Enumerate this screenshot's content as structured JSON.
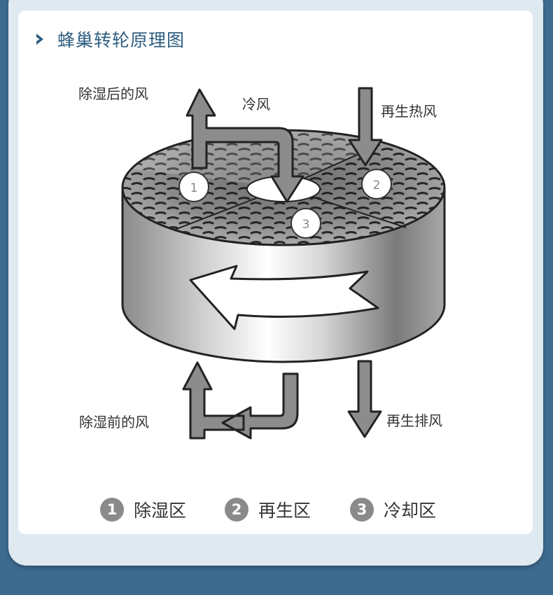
{
  "title": "蜂巢转轮原理图",
  "labels": {
    "dehumidified_air": "除湿后的风",
    "cool_air": "冷风",
    "regen_hot_air": "再生热风",
    "pre_dehumid_air": "除湿前的风",
    "regen_exhaust": "再生排风"
  },
  "zone_numbers": [
    "1",
    "2",
    "3"
  ],
  "legend": [
    {
      "num": "1",
      "label": "除湿区"
    },
    {
      "num": "2",
      "label": "再生区"
    },
    {
      "num": "3",
      "label": "冷却区"
    }
  ],
  "colors": {
    "page_bg": "#3d6b8f",
    "panel_bg": "#dfe9f0",
    "title": "#2f5e80",
    "arrow_fill": "#8c8c8c",
    "legend_badge": "#8a8a8a"
  }
}
